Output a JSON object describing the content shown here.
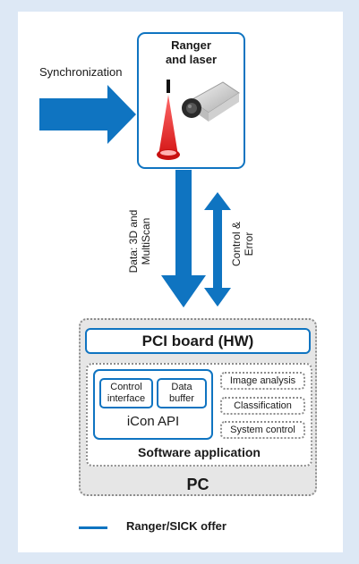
{
  "diagram": {
    "ranger": {
      "title_line1": "Ranger",
      "title_line2": "and laser"
    },
    "sync_label": "Synchronization",
    "data_label_line1": "Data: 3D and",
    "data_label_line2": "MultiScan",
    "control_label_line1": "Control &",
    "control_label_line2": "Error",
    "pci_label": "PCI board (HW)",
    "control_interface_line1": "Control",
    "control_interface_line2": "interface",
    "data_buffer_line1": "Data",
    "data_buffer_line2": "buffer",
    "icon_api_label": "iCon API",
    "image_analysis_label": "Image analysis",
    "classification_label": "Classification",
    "system_control_label": "System control",
    "software_label": "Software application",
    "pc_label": "PC",
    "legend_label": "Ranger/SICK offer"
  },
  "colors": {
    "background": "#dde8f5",
    "accent_blue": "#0f74c1",
    "laser_red": "#e02020",
    "pc_gray": "#e6e6e6",
    "border_gray": "#8c8c8c"
  },
  "icons": [
    "laser-beam-icon",
    "camera-icon"
  ]
}
